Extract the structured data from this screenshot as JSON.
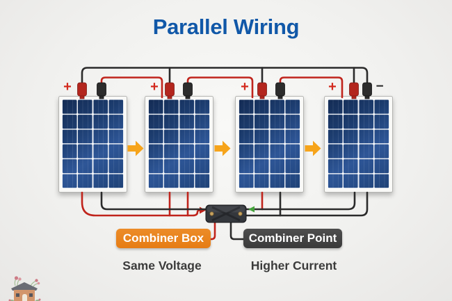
{
  "title": "Parallel Wiring",
  "terminal_labels": {
    "positive": "+",
    "negative": "−"
  },
  "combiner": {
    "box_label": "Combiner Box",
    "point_label": "Combiner Point"
  },
  "captions": {
    "left": "Same Voltage",
    "right": "Higher Current"
  },
  "colors": {
    "title_blue": "#1158A8",
    "wire_red": "#C0241C",
    "wire_black": "#2B2B2B",
    "arrow_orange": "#F6A41B",
    "plus_red": "#D32A1E",
    "minus_black": "#2B2B2B",
    "label_orange": "#EC8C28",
    "label_dark": "#3A3A3A",
    "connector_red": "#B3261E",
    "connector_black": "#2C2C2C",
    "combiner_green": "#46A33C",
    "panel_blue": "#24477F"
  }
}
